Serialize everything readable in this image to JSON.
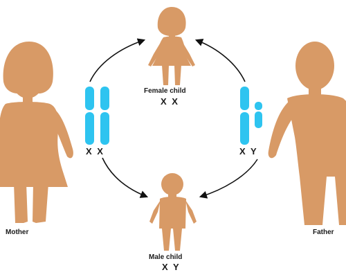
{
  "colors": {
    "figure": "#d89a66",
    "chromosome": "#2ec4f0",
    "arrow": "#111111",
    "background": "#ffffff",
    "text": "#1a1a1a"
  },
  "people": {
    "mother": {
      "label": "Mother"
    },
    "father": {
      "label": "Father"
    },
    "female_child": {
      "label": "Female child",
      "genotype": "X X"
    },
    "male_child": {
      "label": "Male child",
      "genotype": "X Y"
    }
  },
  "chromosomes": {
    "mother_pair": {
      "label": "X X"
    },
    "father_pair": {
      "label": "X Y"
    }
  }
}
